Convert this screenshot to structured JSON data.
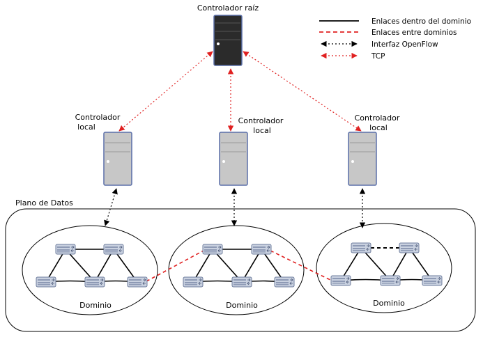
{
  "root_controller": {
    "label": "Controlador raíz"
  },
  "local_controllers": [
    {
      "label_line1": "Controlador",
      "label_line2": "local"
    },
    {
      "label_line1": "Controlador",
      "label_line2": "local"
    },
    {
      "label_line1": "Controlador",
      "label_line2": "local"
    }
  ],
  "data_plane": {
    "label": "Plano de Datos"
  },
  "domains": [
    {
      "label": "Dominio"
    },
    {
      "label": "Dominio"
    },
    {
      "label": "Dominio"
    }
  ],
  "legend": [
    {
      "label": "Enlaces dentro del dominio",
      "style": "solid",
      "color": "#000000"
    },
    {
      "label": "Enlaces entre dominios",
      "style": "dashed",
      "color": "#e02020"
    },
    {
      "label": "Interfaz OpenFlow",
      "style": "dotted-arrow",
      "color": "#000000"
    },
    {
      "label": "TCP",
      "style": "dotted-arrow",
      "color": "#e02020"
    }
  ],
  "colors": {
    "root_server": "#2b2b2b",
    "local_server": "#c7c7c7",
    "server_border": "#5a6fa8",
    "inter_domain": "#e02020",
    "tcp": "#e02020",
    "switch_fill": "#c9d1e0"
  }
}
